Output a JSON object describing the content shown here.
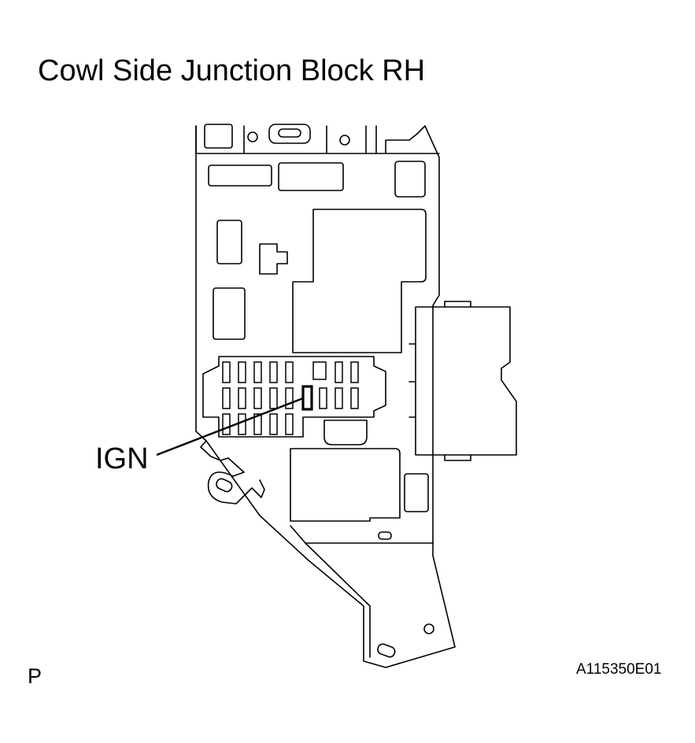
{
  "diagram": {
    "title": "Cowl Side Junction Block RH",
    "callouts": [
      {
        "label": "IGN"
      }
    ],
    "page_letter": "P",
    "figure_id": "A115350E01"
  }
}
